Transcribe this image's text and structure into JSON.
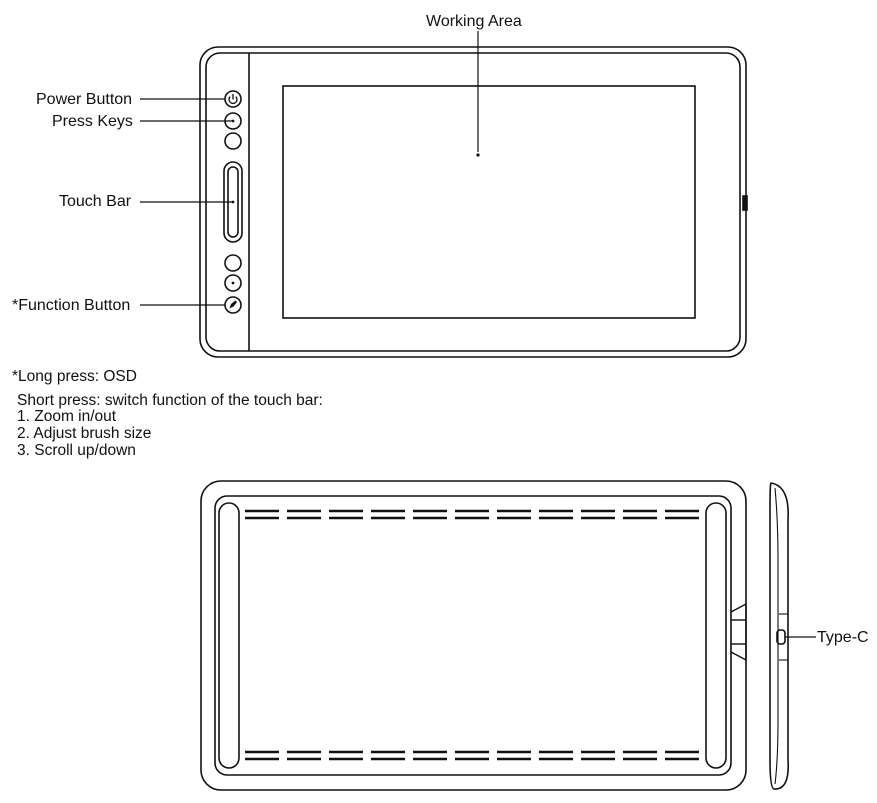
{
  "labels": {
    "working_area": "Working Area",
    "power_button": "Power Button",
    "press_keys": "Press Keys",
    "touch_bar": "Touch Bar",
    "function_button": "*Function Button",
    "type_c": "Type-C"
  },
  "notes": {
    "long_press": "*Long press: OSD",
    "short_press": "Short press: switch function of the touch bar:",
    "items": [
      "1. Zoom in/out",
      "2. Adjust brush size",
      "3. Scroll up/down"
    ]
  },
  "colors": {
    "line": "#111111",
    "background": "#ffffff"
  },
  "icons": {
    "power": "power-icon",
    "function": "pen-icon"
  }
}
